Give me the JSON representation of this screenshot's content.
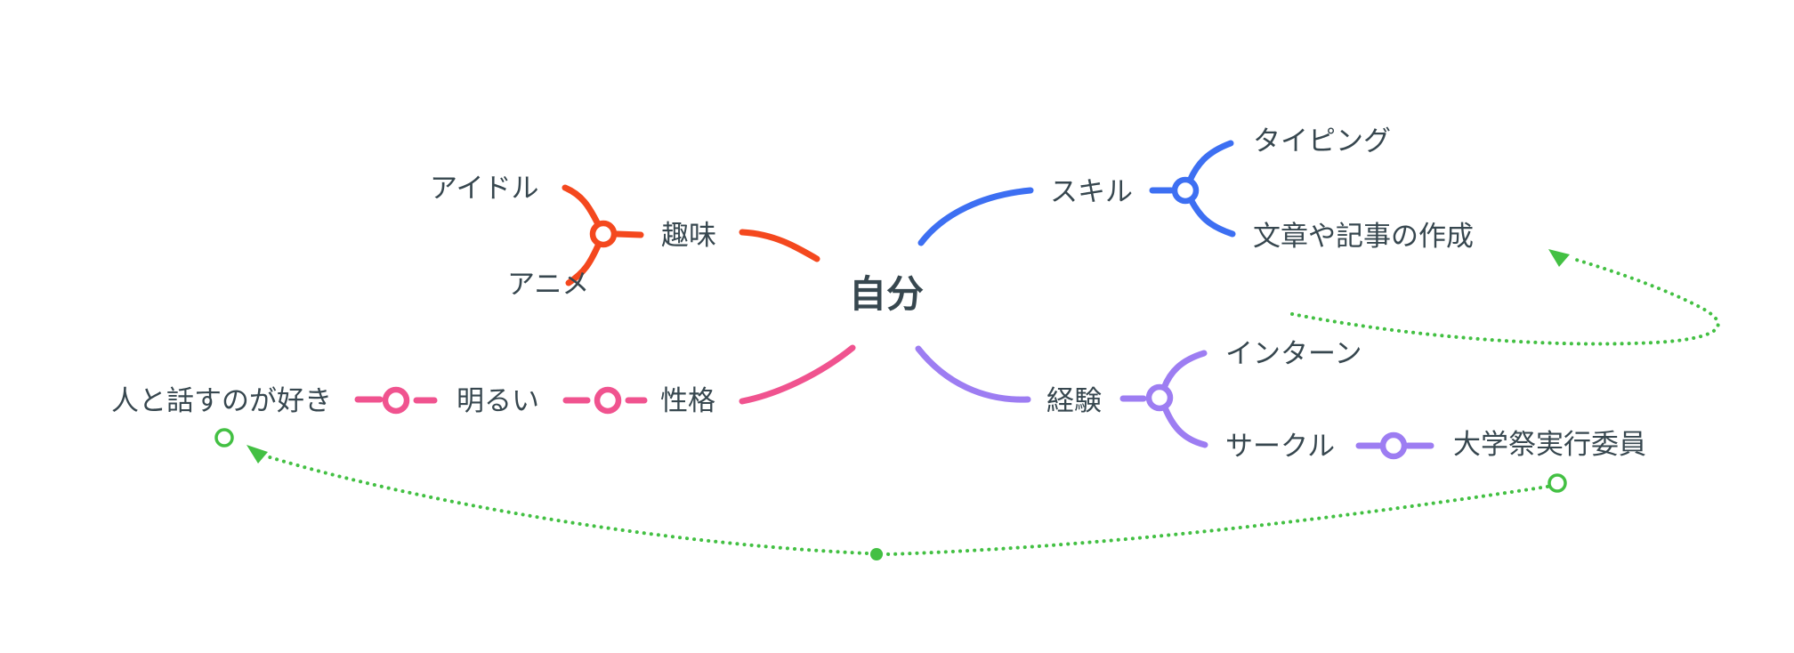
{
  "canvas": {
    "background": "#ffffff"
  },
  "colors": {
    "text": "#37474f",
    "link": "#43c043"
  },
  "root": {
    "label": "自分"
  },
  "branches": [
    {
      "id": "hobby",
      "label": "趣味",
      "color": "#f4481e",
      "children": [
        {
          "label": "アイドル"
        },
        {
          "label": "アニメ"
        }
      ]
    },
    {
      "id": "skill",
      "label": "スキル",
      "color": "#3d6ff2",
      "children": [
        {
          "label": "タイピング"
        },
        {
          "label": "文章や記事の作成"
        }
      ]
    },
    {
      "id": "personality",
      "label": "性格",
      "color": "#f0538f",
      "children": [
        {
          "label": "明るい",
          "children": [
            {
              "label": "人と話すのが好き"
            }
          ]
        }
      ]
    },
    {
      "id": "experience",
      "label": "経験",
      "color": "#9d7df2",
      "children": [
        {
          "label": "インターン"
        },
        {
          "label": "サークル",
          "children": [
            {
              "label": "大学祭実行委員"
            }
          ]
        }
      ]
    }
  ],
  "relationship_links": [
    {
      "from": "インターン",
      "to": "文章や記事の作成",
      "style": "dotted-arrow"
    },
    {
      "from": "大学祭実行委員",
      "to": "人と話すのが好き",
      "style": "dotted-arrow"
    }
  ]
}
